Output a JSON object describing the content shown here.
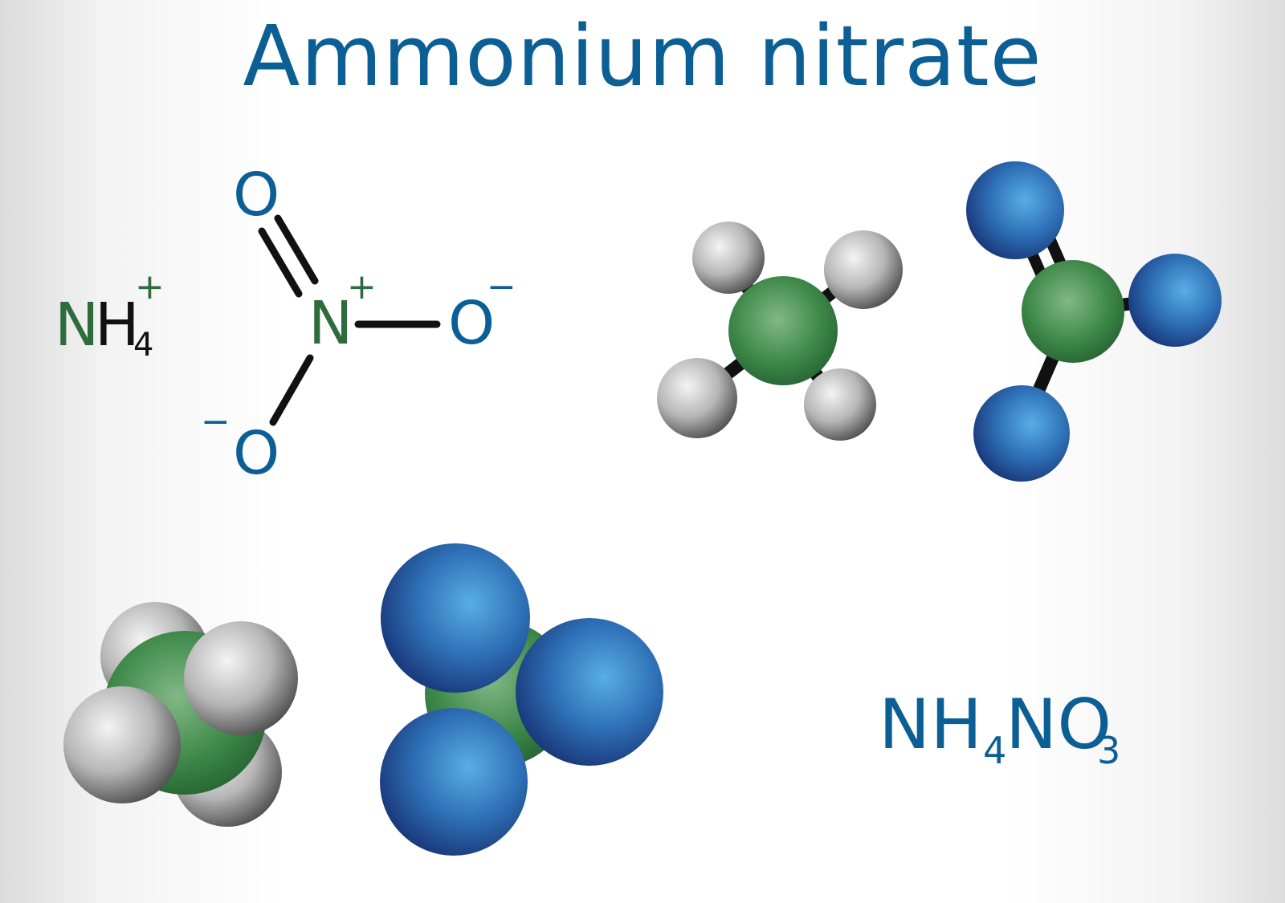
{
  "title": "Ammonium nitrate",
  "ammonium": {
    "n": "N",
    "h": "H",
    "count": "4",
    "charge": "+"
  },
  "nitrate": {
    "o_top": "O",
    "n": "N",
    "n_charge": "+",
    "o_right": "O",
    "o_right_charge": "−",
    "o_bottom": "O",
    "o_bottom_charge": "−"
  },
  "formula": {
    "nh": "NH",
    "h_count": "4",
    "no": "NO",
    "o_count": "3"
  },
  "colors": {
    "title": "#0c5f95",
    "oxygen_label": "#0c5f95",
    "nitrogen_label": "#2e6b3d",
    "nitrogen_atom": "#3f8a4b",
    "oxygen_atom": "#2e6fb5",
    "hydrogen_atom": "#b8b8b8",
    "bond": "#111111"
  }
}
